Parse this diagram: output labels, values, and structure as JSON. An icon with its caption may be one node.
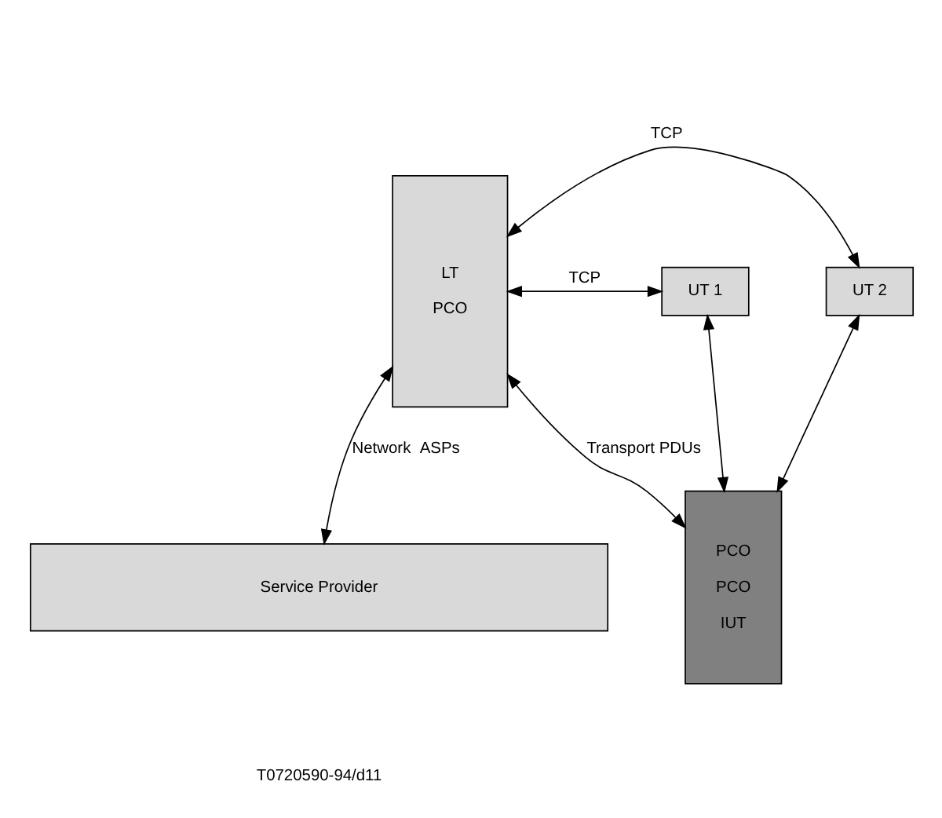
{
  "diagram": {
    "nodes": [
      {
        "text": [
          "LT",
          "PCO"
        ]
      },
      {
        "text": [
          "UT 2"
        ]
      },
      {
        "text": [
          "UT 1"
        ]
      },
      {
        "text": [
          "PCO",
          "PCO",
          "IUT"
        ]
      },
      {
        "text": [
          "Service Provider"
        ]
      }
    ],
    "edges": [
      {
        "from": 0,
        "to": 1,
        "arrow": "both",
        "label": "TCP"
      },
      {
        "from": 0,
        "to": 2,
        "arrow": "both",
        "label": "TCP"
      },
      {
        "from": 2,
        "to": 3,
        "arrow": "both"
      },
      {
        "from": 1,
        "to": 3,
        "arrow": "both"
      },
      {
        "from": 0,
        "to": 3,
        "arrow": "both",
        "label": "Transport PDUs"
      },
      {
        "from": 0,
        "to": 4,
        "arrow": "both",
        "label": "Network  ASPs"
      }
    ],
    "labels": [
      "T0720590-94/d11"
    ]
  }
}
